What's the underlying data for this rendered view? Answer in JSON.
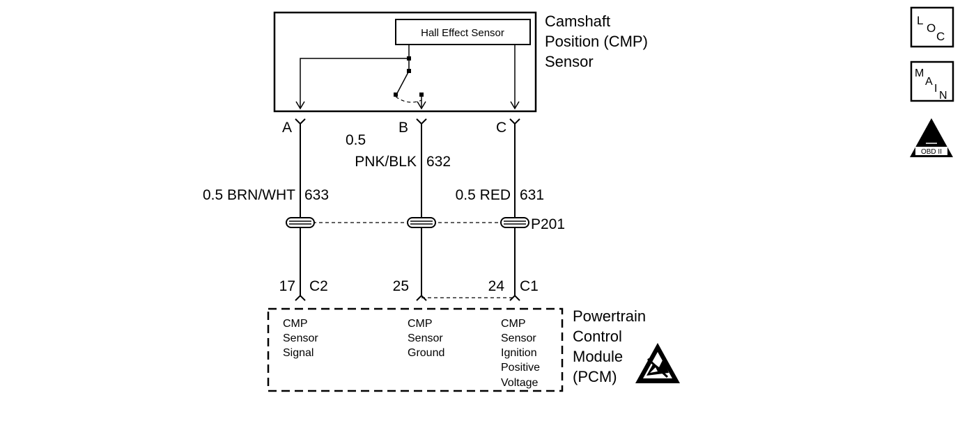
{
  "sensor": {
    "title_lines": [
      "Camshaft",
      "Position (CMP)",
      "Sensor"
    ],
    "hall_label": "Hall Effect Sensor"
  },
  "terminals": {
    "a": "A",
    "b": "B",
    "c": "C"
  },
  "wires": {
    "a": {
      "size_color": "0.5 BRN/WHT",
      "circuit": "633"
    },
    "b": {
      "size": "0.5",
      "color": "PNK/BLK",
      "circuit": "632"
    },
    "c": {
      "size_color": "0.5 RED",
      "circuit": "631"
    }
  },
  "splice": {
    "label": "P201"
  },
  "pcm_pins": {
    "a": {
      "pin": "17",
      "connector": "C2"
    },
    "b": {
      "pin": "25"
    },
    "c": {
      "pin": "24",
      "connector": "C1"
    }
  },
  "pcm": {
    "title_lines": [
      "Powertrain",
      "Control",
      "Module",
      "(PCM)"
    ],
    "signal_lines": [
      "CMP",
      "Sensor",
      "Signal"
    ],
    "ground_lines": [
      "CMP",
      "Sensor",
      "Ground"
    ],
    "voltage_lines": [
      "CMP",
      "Sensor",
      "Ignition",
      "Positive",
      "Voltage"
    ]
  },
  "icons": {
    "loc": {
      "letters": [
        "L",
        "O",
        "C"
      ]
    },
    "main": {
      "letters": [
        "M",
        "A",
        "I",
        "N"
      ]
    },
    "obd": {
      "numeral": "II",
      "label": "OBD II"
    },
    "esd": "esd-warning-icon"
  }
}
